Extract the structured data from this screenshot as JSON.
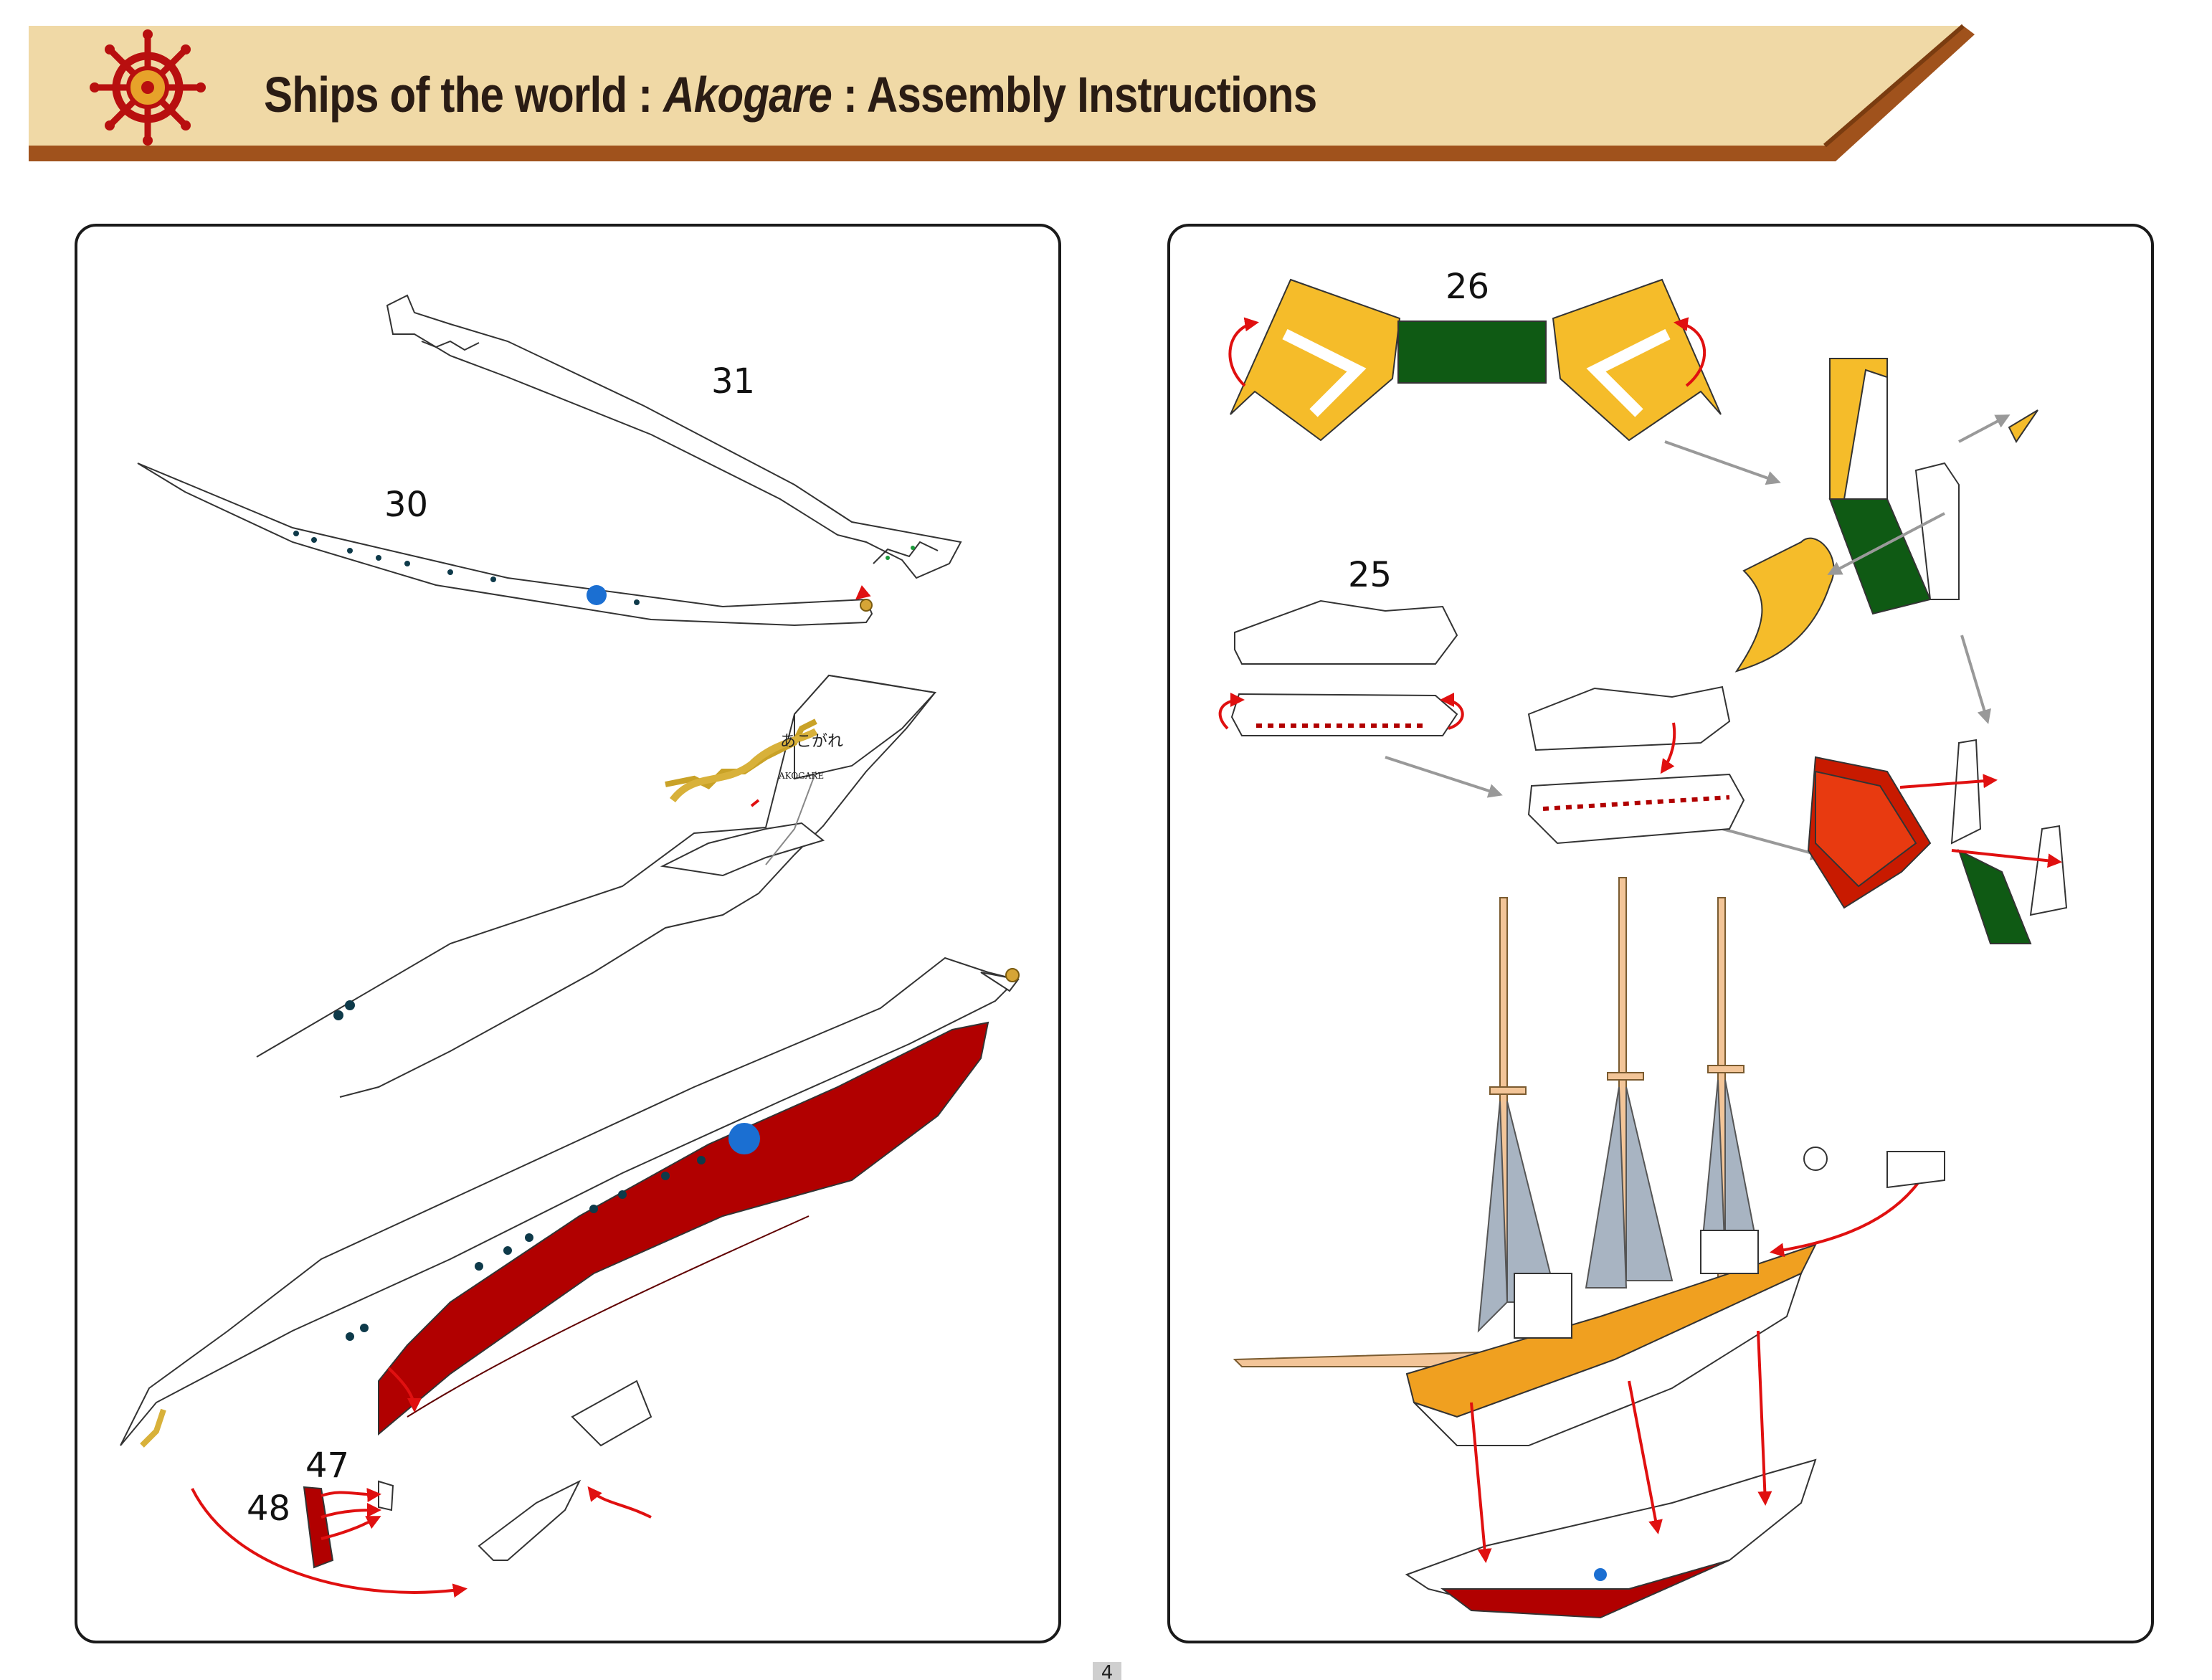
{
  "header": {
    "title_prefix": "Ships of the world : ",
    "title_italic": "Akogare",
    "title_suffix": " : Assembly Instructions",
    "logo_icon": "ship-wheel-icon",
    "band_color": "#f0d9a6",
    "stripe_color": "#a0521c"
  },
  "left_panel": {
    "part_labels": [
      "31",
      "30",
      "47",
      "48"
    ],
    "hull_text_japanese": "あこがれ",
    "hull_text_name": "AKOGARE",
    "hull_color": "#b10000"
  },
  "right_panel": {
    "part_labels": [
      "26",
      "25"
    ],
    "deck_color": "#f0a020",
    "seat_color": "#f5bc2a",
    "floor_color": "#0f5a14"
  },
  "footer": {
    "page_number": "4"
  }
}
